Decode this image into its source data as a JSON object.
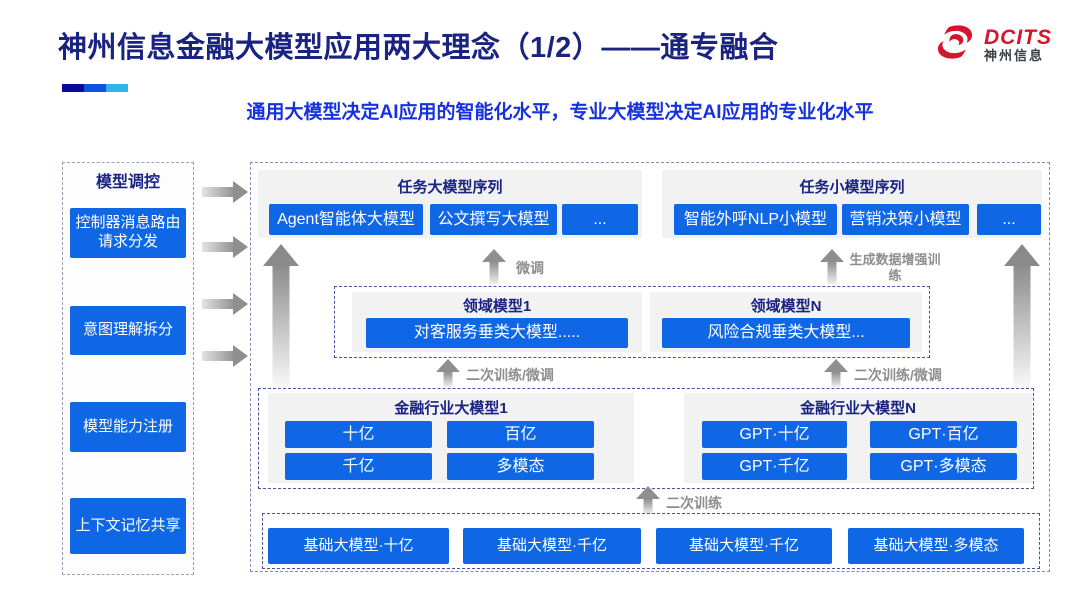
{
  "page": {
    "title": "神州信息金融大模型应用两大理念（1/2）——通专融合",
    "subtitle": "通用大模型决定AI应用的智能化水平，专业大模型决定AI应用的专业化水平"
  },
  "logo": {
    "brand": "DCITS",
    "brand_cn": "神州信息",
    "icon": "dcits-swirl-icon",
    "color": "#D6152C"
  },
  "colors": {
    "button_blue": "#0F67E6",
    "heading_navy": "#1A2380",
    "subtitle_blue": "#1730E0",
    "arrow_gray": "#8F8F8F",
    "accent_bar": [
      "#0A0A99",
      "#0F52E0",
      "#2FB4EA"
    ]
  },
  "sidebar": {
    "title": "模型调控",
    "items": [
      "控制器消息路由请求分发",
      "意图理解拆分",
      "模型能力注册",
      "上下文记忆共享"
    ]
  },
  "diagram": {
    "task_large": {
      "title": "任务大模型序列",
      "items": [
        "Agent智能体大模型",
        "公文撰写大模型",
        "..."
      ]
    },
    "task_small": {
      "title": "任务小模型序列",
      "items": [
        "智能外呼NLP小模型",
        "营销决策小模型",
        "..."
      ]
    },
    "labels": {
      "fine_tune": "微调",
      "gen_data_train": "生成数据增强训练",
      "retrain_left": "二次训练/微调",
      "retrain_right": "二次训练/微调",
      "retrain_bottom": "二次训练"
    },
    "domain_models": [
      {
        "title": "领域模型1",
        "item": "对客服务垂类大模型....."
      },
      {
        "title": "领域模型N",
        "item": "风险合规垂类大模型..."
      }
    ],
    "industry_models": [
      {
        "title": "金融行业大模型1",
        "items": [
          "十亿",
          "百亿",
          "千亿",
          "多模态"
        ]
      },
      {
        "title": "金融行业大模型N",
        "items": [
          "GPT·十亿",
          "GPT·百亿",
          "GPT·千亿",
          "GPT·多模态"
        ]
      }
    ],
    "base_models": [
      "基础大模型·十亿",
      "基础大模型·千亿",
      "基础大模型·千亿",
      "基础大模型·多模态"
    ]
  }
}
